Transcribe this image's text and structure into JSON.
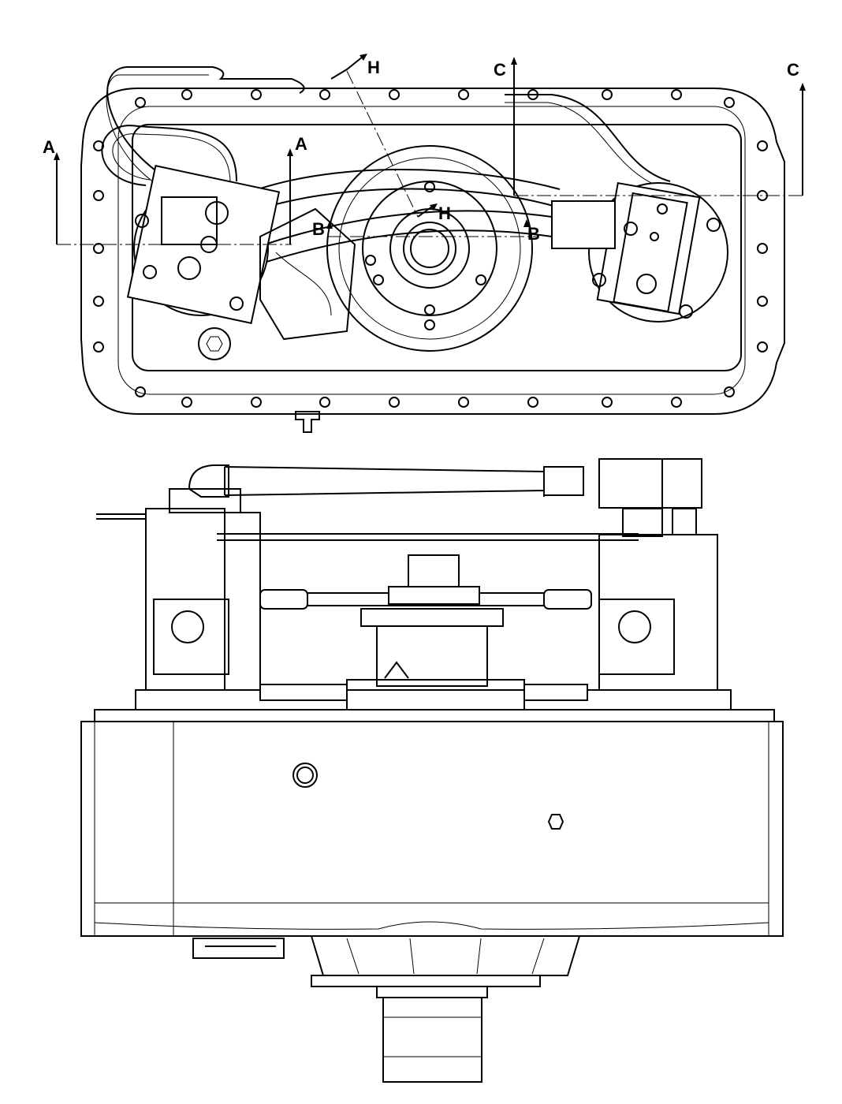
{
  "drawing": {
    "top_view": {
      "section_labels": {
        "a_left": "A",
        "a_right": "A",
        "b_left": "B",
        "b_right": "B",
        "c_left": "C",
        "c_right": "C",
        "h_top": "H",
        "h_bottom": "H"
      }
    },
    "front_view": {}
  }
}
